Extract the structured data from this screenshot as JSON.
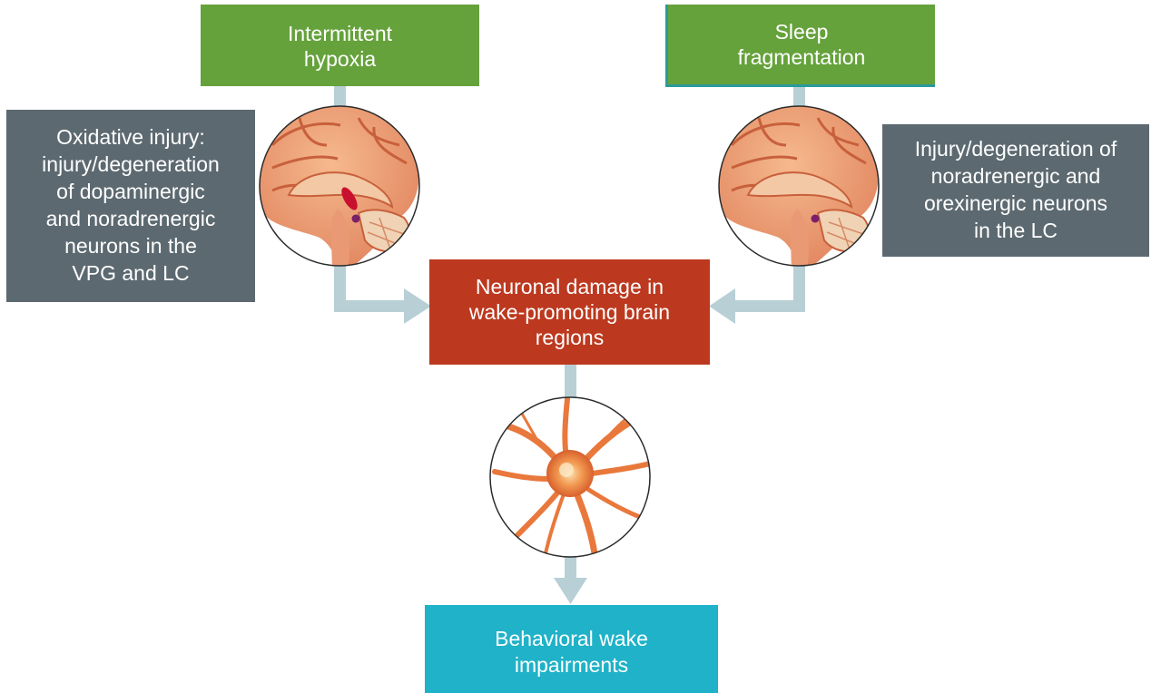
{
  "colors": {
    "green": "#65a23b",
    "slate": "#5c6970",
    "red": "#bc391f",
    "teal": "#1fb2c8",
    "connector": "#b8cfd6"
  },
  "boxes": {
    "hypoxia": {
      "lines": [
        "Intermittent",
        "hypoxia"
      ]
    },
    "sleep": {
      "lines": [
        "Sleep",
        "fragmentation"
      ]
    },
    "oxidative": {
      "lines": [
        "Oxidative injury:",
        "injury/degeneration",
        "of dopaminergic",
        "and noradrenergic",
        "neurons in the",
        "VPG and LC"
      ]
    },
    "injury": {
      "lines": [
        "Injury/degeneration of",
        "noradrenergic and",
        "orexinergic neurons",
        "in the LC"
      ]
    },
    "damage": {
      "lines": [
        "Neuronal damage in",
        "wake-promoting brain",
        "regions"
      ]
    },
    "behavior": {
      "lines": [
        "Behavioral wake",
        "impairments"
      ]
    }
  },
  "illustrations": {
    "left": "brain-sagittal-icon",
    "right": "brain-sagittal-icon",
    "center": "neuron-icon"
  }
}
